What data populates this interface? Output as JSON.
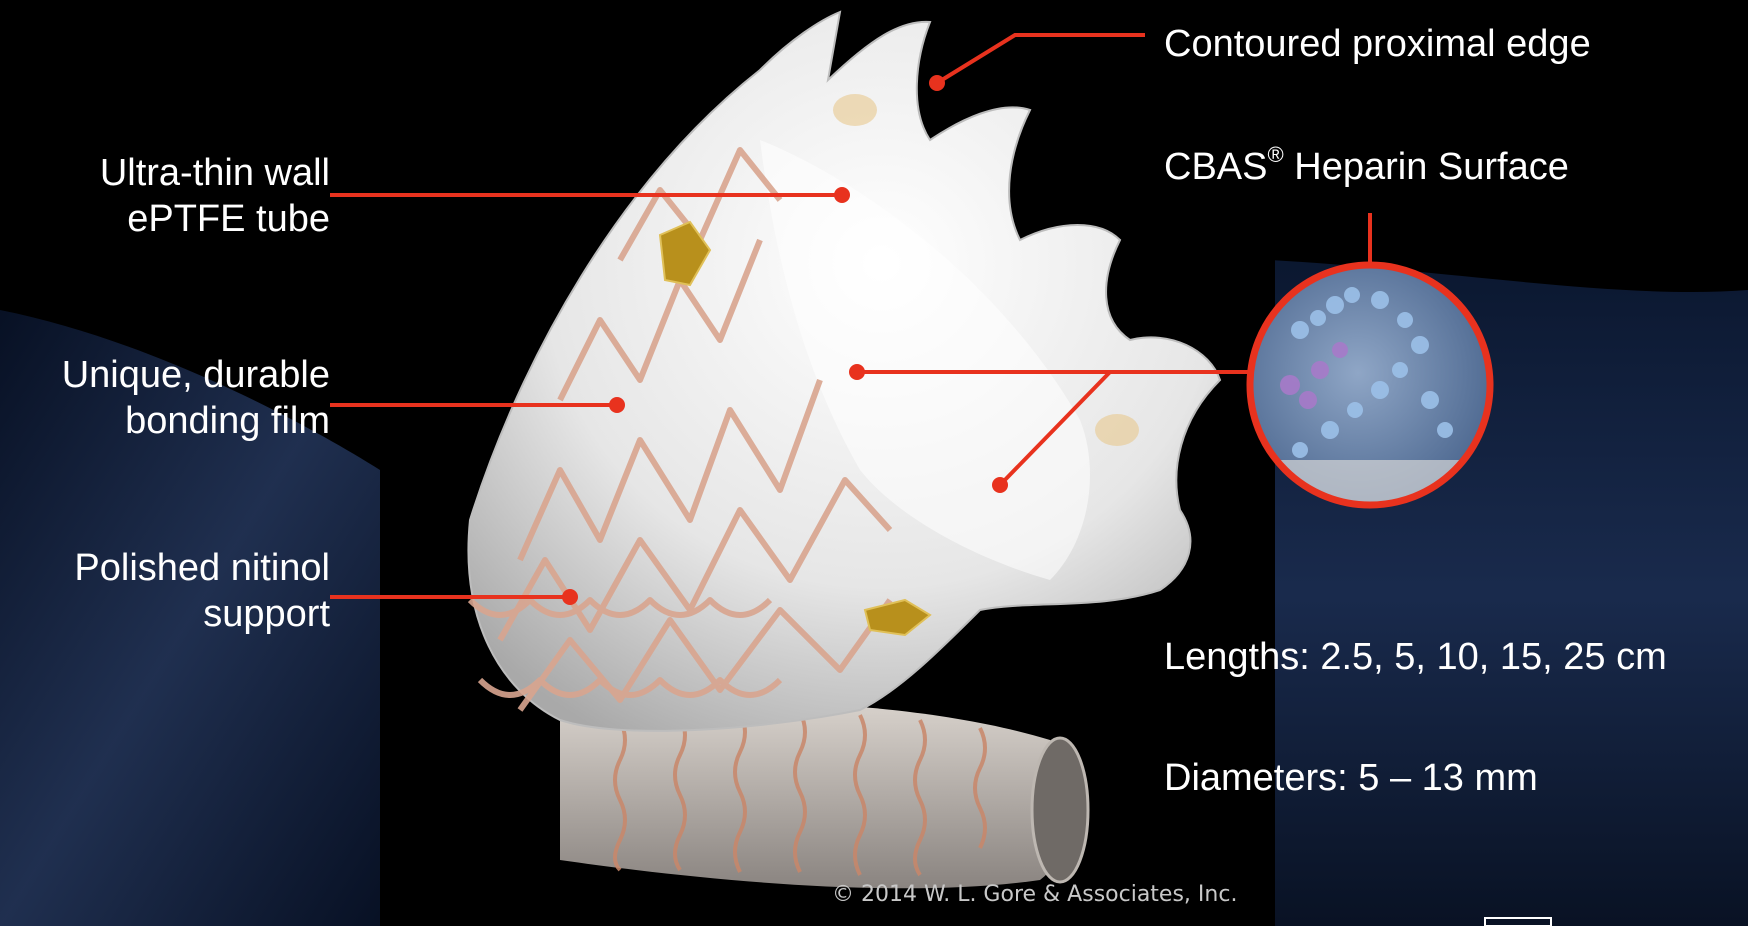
{
  "callouts": {
    "proximal_edge": "Contoured proximal edge",
    "eptfe_line1": "Ultra-thin wall",
    "eptfe_line2": "ePTFE tube",
    "heparin_name": "CBAS",
    "heparin_mark": "®",
    "heparin_rest": " Heparin Surface",
    "bonding_line1": "Unique, durable",
    "bonding_line2": "bonding film",
    "nitinol_line1": "Polished nitinol",
    "nitinol_line2": "support"
  },
  "specs": {
    "lengths": "Lengths: 2.5, 5, 10, 15, 25 cm",
    "diameters": "Diameters: 5 – 13 mm"
  },
  "copyright": "© 2014 W. L. Gore & Associates, Inc.",
  "colors": {
    "leader": "#e8321e",
    "background": "#000000",
    "panel_blue": "#0b1a33",
    "text": "#ffffff"
  }
}
